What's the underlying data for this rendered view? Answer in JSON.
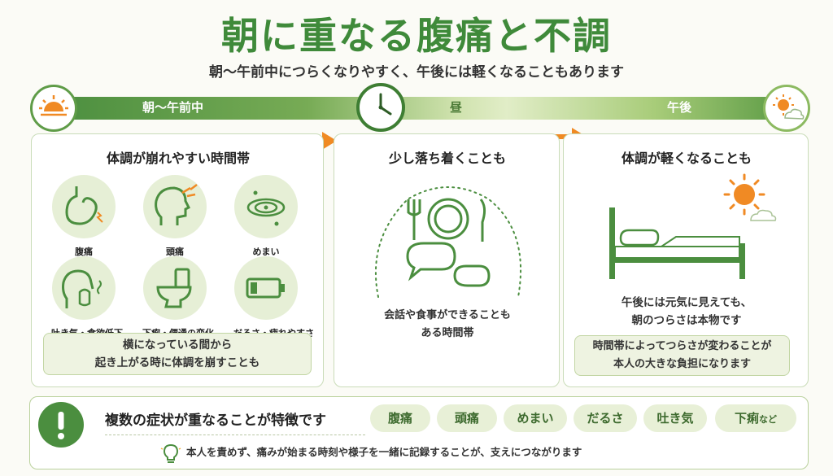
{
  "title": "朝に重なる腹痛と不調",
  "subtitle": "朝〜午前中につらくなりやすく、午後には軽くなることもあります",
  "timeline": {
    "morning": "朝〜午前中",
    "noon": "昼",
    "afternoon": "午後"
  },
  "panels": {
    "morning": {
      "heading": "体調が崩れやすい時間帯",
      "symptoms": [
        {
          "label": "腹痛",
          "icon": "stomach-icon"
        },
        {
          "label": "頭痛",
          "icon": "headache-icon"
        },
        {
          "label": "めまい",
          "icon": "dizzy-icon"
        },
        {
          "label": "吐き気・食欲低下",
          "icon": "nausea-icon"
        },
        {
          "label": "下痢・便通の変化",
          "icon": "toilet-icon"
        },
        {
          "label": "だるさ・疲れやすさ",
          "icon": "low-battery-icon"
        }
      ],
      "note_line1": "横になっている間から",
      "note_line2": "起き上がる時に体調を崩すことも"
    },
    "noon": {
      "heading": "少し落ち着くことも",
      "desc_line1": "会話や食事ができることも",
      "desc_line2": "ある時間帯"
    },
    "afternoon": {
      "heading": "体調が軽くなることも",
      "desc_line1": "午後には元気に見えても、",
      "desc_line2": "朝のつらさは本物です",
      "note_line1": "時間帯によってつらさが変わることが",
      "note_line2": "本人の大きな負担になります"
    }
  },
  "bottom": {
    "heading": "複数の症状が重なることが特徴です",
    "chips": [
      "腹痛",
      "頭痛",
      "めまい",
      "だるさ",
      "吐き気",
      "下痢"
    ],
    "chip_suffix": "など",
    "tip": "本人を責めず、痛みが始まる時刻や様子を一緒に記録することが、支えにつながります"
  },
  "colors": {
    "primary_green": "#4b8e3f",
    "light_green": "#e6efd6",
    "accent_orange": "#f08a24"
  }
}
